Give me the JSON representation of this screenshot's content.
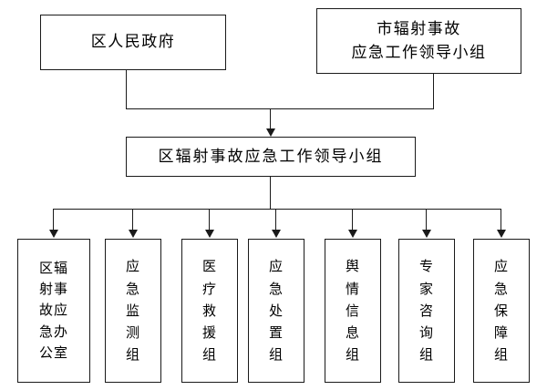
{
  "diagram": {
    "type": "organization-chart",
    "title_present": false,
    "background_color": "#ffffff",
    "line_color": "#1a1a1a",
    "text_color": "#000000",
    "nodes": {
      "top_left": {
        "id": "district-government",
        "label": "区人民政府"
      },
      "top_right": {
        "id": "city-radiation-accident-emergency-leading-group",
        "label": "市辐射事故\n应急工作领导小组"
      },
      "middle": {
        "id": "district-radiation-accident-emergency-leading-group",
        "label": "区辐射事故应急工作领导小组"
      },
      "leaves": [
        {
          "id": "district-radiation-accident-emergency-office",
          "label": "区辐\n射事\n故应\n急办\n公室"
        },
        {
          "id": "emergency-monitoring-team",
          "label": "应\n急\n监\n测\n组"
        },
        {
          "id": "medical-rescue-team",
          "label": "医\n疗\n救\n援\n组"
        },
        {
          "id": "emergency-disposal-team",
          "label": "应\n急\n处\n置\n组"
        },
        {
          "id": "public-opinion-information-team",
          "label": "舆\n情\n信\n息\n组"
        },
        {
          "id": "expert-consultation-team",
          "label": "专\n家\n咨\n询\n组"
        },
        {
          "id": "emergency-support-team",
          "label": "应\n急\n保\n障\n组"
        }
      ]
    },
    "connectors": {
      "top_merge_bar_label": "top-merge-bus",
      "fanout_bar_label": "fanout-bus",
      "arrow_count": 8
    }
  }
}
